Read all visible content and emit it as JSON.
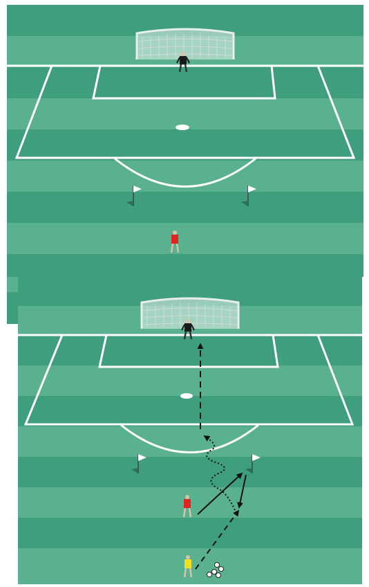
{
  "colors": {
    "background": "#ffffff",
    "pitch_stripe_dark": "#3f9e7c",
    "pitch_stripe_light": "#5ab18f",
    "pitch_lines": "#ffffff",
    "goal_net": "#d8e6e0",
    "goalkeeper_kit": "#1a1a1a",
    "attacker_kit": "#e32222",
    "server_kit": "#f0e020",
    "flag": "#ffffff",
    "arrows": "#111111"
  },
  "panels": [
    {
      "id": "setup",
      "icons": [
        "goal-icon",
        "goalkeeper-icon",
        "flag-icon",
        "flag-icon",
        "attacker-icon"
      ]
    },
    {
      "id": "sequence",
      "icons": [
        "goal-icon",
        "goalkeeper-icon",
        "flag-icon",
        "flag-icon",
        "attacker-icon",
        "server-icon",
        "balls-icon"
      ],
      "arrows": [
        {
          "name": "pass-to-flag-arrow",
          "style": "dashed"
        },
        {
          "name": "return-pass-arrow",
          "style": "solid"
        },
        {
          "name": "attacker-run-arrow",
          "style": "solid"
        },
        {
          "name": "dribble-path",
          "style": "dotted"
        },
        {
          "name": "shot-arrow",
          "style": "dashed"
        }
      ]
    }
  ]
}
